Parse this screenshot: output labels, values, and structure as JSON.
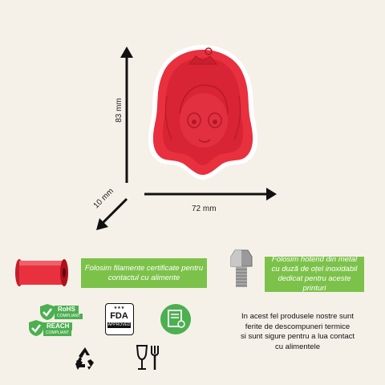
{
  "dimensions": {
    "height": "83 mm",
    "width": "72 mm",
    "depth": "10 mm"
  },
  "features": {
    "filament_text": "Folosim filamente certificate pentru contactul cu alimente",
    "hotend_text": "Folosim hotend din metal cu duză de oțel inoxidabil dedicat pentru aceste printuri"
  },
  "badges": {
    "rohs": "RoHS",
    "rohs_sub": "COMPLIANT",
    "reach": "REACH",
    "reach_sub": "COMPLIANT",
    "fda": "FDA",
    "fda_sub": "APPROVED"
  },
  "safety_note": {
    "line1": "In acest fel produsele nostre sunt",
    "line2": "ferite de descompuneri termice",
    "line3": "si sunt sigure  pentru a lua contact",
    "line4": "cu alimentele"
  },
  "colors": {
    "background": "#f5f1e8",
    "product_red": "#e8303f",
    "badge_green": "#7cc24a"
  }
}
